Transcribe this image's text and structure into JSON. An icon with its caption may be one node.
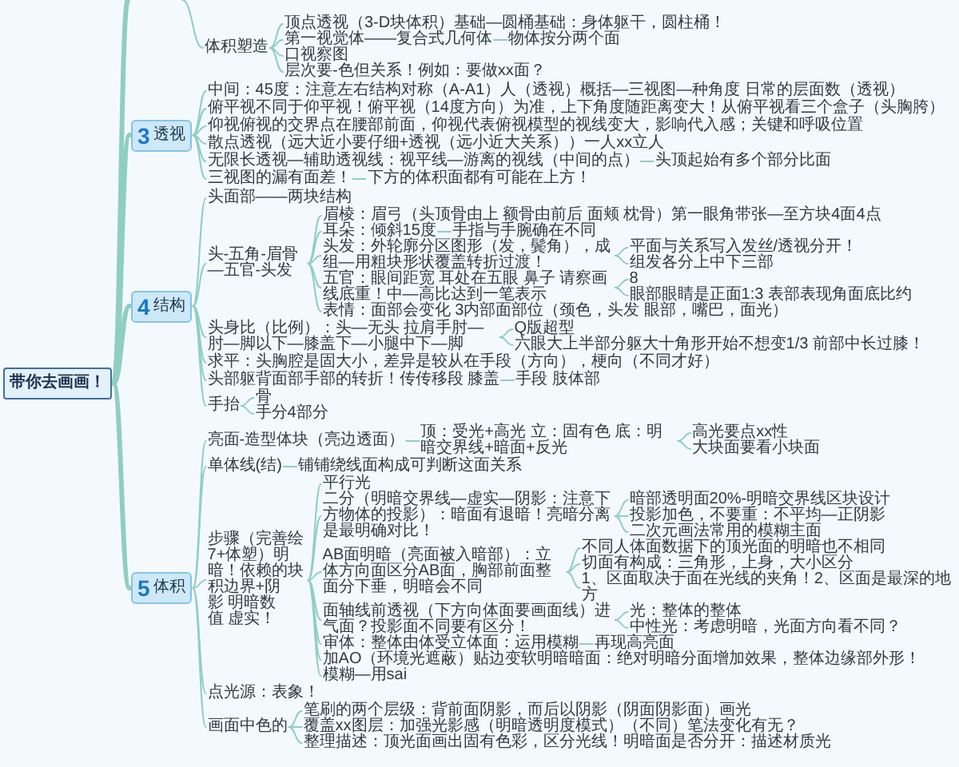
{
  "diagram": {
    "nodes": [
      {
        "text": [
          "带你去画画！"
        ]
      },
      {
        "text": [
          "体积塑造"
        ]
      },
      {
        "text": [
          "顶点透视（3-D块体积）基础—圆桶基础：身体躯干，圆柱桶！"
        ]
      },
      {
        "text": [
          "第一视觉体——复合式几何体"
        ]
      },
      {
        "text": [
          "物体按分两个面"
        ]
      },
      {
        "text": [
          "口视察图"
        ]
      },
      {
        "text": [
          "层次要-色但关系！例如：要做xx面？"
        ]
      },
      {
        "text": [
          "3",
          "透视"
        ]
      },
      {
        "text": [
          "中间：45度：注意左右结构对称（A-A1）人（透视）概括—三视图—种角度 日常的层面数（透视）"
        ]
      },
      {
        "text": [
          "俯平视不同于仰平视！俯平视（14度方向）为准，上下角度随距离变大！从俯平视看三个盒子（头胸胯）"
        ]
      },
      {
        "text": [
          "仰视俯视的交界点在腰部前面，仰视代表俯视模型的视线变大，影响代入感；关键和呼吸位置"
        ]
      },
      {
        "text": [
          "散点透视（远大近小要仔细+透视（远小近大关系））一人xx立人"
        ]
      },
      {
        "text": [
          "无限长透视—辅助透视线：视平线—游离的视线（中间的点）"
        ]
      },
      {
        "text": [
          "头顶起始有多个部分比面"
        ]
      },
      {
        "text": [
          "三视图的漏有面差！"
        ]
      },
      {
        "text": [
          "下方的体积面都有可能在上方！"
        ]
      },
      {
        "text": [
          "4",
          "结构"
        ]
      },
      {
        "text": [
          "头面部——两块结构"
        ]
      },
      {
        "text": [
          "头-五角-眉骨—五官-头发"
        ]
      },
      {
        "text": [
          "眉棱：眉弓（头顶骨由上 额骨由前后 面颊 枕骨）第一眼角带张—至方块4面4点"
        ]
      },
      {
        "text": [
          "耳朵：倾斜15度"
        ]
      },
      {
        "text": [
          "手指与手腕确在不同"
        ]
      },
      {
        "text": [
          "头发：外轮廓分区图形（发，鬓角），成组—用粗块形状覆盖转折过渡！"
        ]
      },
      {
        "text": [
          "平面与关系写入发丝/透视分开！"
        ]
      },
      {
        "text": [
          "组发各分上中下三部"
        ]
      },
      {
        "text": [
          "五官：眼间距宽 耳处在五眼 鼻子 请察画线底重！中—高比达到一笔表示"
        ]
      },
      {
        "text": [
          "8"
        ]
      },
      {
        "text": [
          "眼部眼睛是正面1:3 表部表现角面底比约"
        ]
      },
      {
        "text": [
          "表情：面部会变化 3内部面部位（颈色，头发 眼部，嘴巴，面光）"
        ]
      },
      {
        "text": [
          "头身比（比例）：头—无头 拉肩手肘—肘—脚以下—膝盖下—小腿中下—脚"
        ]
      },
      {
        "text": [
          "Q版超型"
        ]
      },
      {
        "text": [
          "六眼大上半部分躯大十角形开始不想变1/3 前部中长过膝！"
        ]
      },
      {
        "text": [
          "求平：头胸腔是固大小，差异是较从在手段（方向），梗向（不同才好）"
        ]
      },
      {
        "text": [
          "头部躯背面部手部的转折！传传移段 膝盖"
        ]
      },
      {
        "text": [
          "手段 肢体部"
        ]
      },
      {
        "text": [
          "手抬"
        ]
      },
      {
        "text": [
          "骨"
        ]
      },
      {
        "text": [
          "手分4部分"
        ]
      },
      {
        "text": [
          "5",
          "体积"
        ]
      },
      {
        "text": [
          "亮面-造型体块（亮边透面）"
        ]
      },
      {
        "text": [
          "顶：受光+高光 立：固有色 底：明暗交界线+暗面+反光"
        ]
      },
      {
        "text": [
          "高光要点xx性"
        ]
      },
      {
        "text": [
          "大块面要看小块面"
        ]
      },
      {
        "text": [
          "单体线(结)"
        ]
      },
      {
        "text": [
          "铺铺绕线面构成可判断这面关系"
        ]
      },
      {
        "text": [
          "步骤（完善绘7+体塑）明暗！依赖的块积边界+阴影 明暗数值 虚实！"
        ]
      },
      {
        "text": [
          "平行光"
        ]
      },
      {
        "text": [
          "二分（明暗交界线—虚实—阴影：注意下方物体的投影）：暗面有退暗！亮暗分离是最明确对比！"
        ]
      },
      {
        "text": [
          "暗部透明面20%-明暗交界线区块设计"
        ]
      },
      {
        "text": [
          "投影加色，不要重：不平均—正阴影"
        ]
      },
      {
        "text": [
          "二次元画法常用的模糊主面"
        ]
      },
      {
        "text": [
          "AB面明暗（亮面被入暗部）：立体方向面区分AB面，胸部前面整面分下垂，明暗会不同"
        ]
      },
      {
        "text": [
          "不同人体面数据下的顶光面的明暗也不相同"
        ]
      },
      {
        "text": [
          "切面有构成：三角形，上身，大小区分"
        ]
      },
      {
        "text": [
          "1、区面取决于面在光线的夹角！2、区面是最深的地方"
        ]
      },
      {
        "text": [
          "面轴线前透视（下方向体面要画面线）进气面？投影面不同要有区分！"
        ]
      },
      {
        "text": [
          "光：整体的整体"
        ]
      },
      {
        "text": [
          "中性光：考虑明暗，光面方向看不同？"
        ]
      },
      {
        "text": [
          "审体：整体由体受立体面：运用模糊"
        ]
      },
      {
        "text": [
          "再现高亮面"
        ]
      },
      {
        "text": [
          "加AO（环境光遮蔽）贴边变软明暗暗面：绝对明暗分面增加效果，整体边缘部外形！"
        ]
      },
      {
        "text": [
          "模糊—用sai"
        ]
      },
      {
        "text": [
          "点光源：表象！"
        ]
      },
      {
        "text": [
          "画面中色的"
        ]
      },
      {
        "text": [
          "笔刷的两个层级：背前面阴影，而后以阴影（阴面阴影面）画光"
        ]
      },
      {
        "text": [
          "覆盖xx图层：加强光影感（明暗透明度模式）（不同）笔法变化有无？"
        ]
      },
      {
        "text": [
          "整理描述：顶光面画出固有色彩，区分光线！明暗面是否分开：描述材质光"
        ]
      }
    ],
    "edges": [
      {
        "from": 0,
        "to": null,
        "arrow": "none",
        "style": "thick"
      },
      {
        "from": null,
        "to": 1,
        "arrow": "none"
      },
      {
        "from": 1,
        "to": 2,
        "arrow": "none"
      },
      {
        "from": 1,
        "to": 3,
        "arrow": "none"
      },
      {
        "from": 3,
        "to": 4,
        "arrow": "none"
      },
      {
        "from": 1,
        "to": 5,
        "arrow": "none"
      },
      {
        "from": 1,
        "to": 6,
        "arrow": "none"
      },
      {
        "from": 0,
        "to": 7,
        "arrow": "none",
        "style": "thick"
      },
      {
        "from": 7,
        "to": 8,
        "arrow": "none"
      },
      {
        "from": 7,
        "to": 9,
        "arrow": "none"
      },
      {
        "from": 7,
        "to": 10,
        "arrow": "none"
      },
      {
        "from": 7,
        "to": 11,
        "arrow": "none"
      },
      {
        "from": 7,
        "to": 12,
        "arrow": "none"
      },
      {
        "from": 12,
        "to": 13,
        "arrow": "none"
      },
      {
        "from": 7,
        "to": 14,
        "arrow": "none"
      },
      {
        "from": 14,
        "to": 15,
        "arrow": "none"
      },
      {
        "from": 0,
        "to": 16,
        "arrow": "none",
        "style": "thick"
      },
      {
        "from": 16,
        "to": 17,
        "arrow": "none"
      },
      {
        "from": 16,
        "to": 18,
        "arrow": "none"
      },
      {
        "from": 18,
        "to": 19,
        "arrow": "none"
      },
      {
        "from": 18,
        "to": 20,
        "arrow": "none"
      },
      {
        "from": 20,
        "to": 21,
        "arrow": "none"
      },
      {
        "from": 18,
        "to": 22,
        "arrow": "none"
      },
      {
        "from": 22,
        "to": 23,
        "arrow": "none"
      },
      {
        "from": 22,
        "to": 24,
        "arrow": "none"
      },
      {
        "from": 18,
        "to": 25,
        "arrow": "none"
      },
      {
        "from": 25,
        "to": 26,
        "arrow": "none"
      },
      {
        "from": 25,
        "to": 27,
        "arrow": "none"
      },
      {
        "from": 18,
        "to": 28,
        "arrow": "none"
      },
      {
        "from": 16,
        "to": 29,
        "arrow": "none"
      },
      {
        "from": 29,
        "to": 30,
        "arrow": "none"
      },
      {
        "from": 29,
        "to": 31,
        "arrow": "none"
      },
      {
        "from": 16,
        "to": 32,
        "arrow": "none"
      },
      {
        "from": 16,
        "to": 33,
        "arrow": "none"
      },
      {
        "from": 33,
        "to": 34,
        "arrow": "none"
      },
      {
        "from": 16,
        "to": 35,
        "arrow": "none"
      },
      {
        "from": 35,
        "to": 36,
        "arrow": "none"
      },
      {
        "from": 35,
        "to": 37,
        "arrow": "none"
      },
      {
        "from": 0,
        "to": 38,
        "arrow": "none",
        "style": "thick"
      },
      {
        "from": 38,
        "to": 39,
        "arrow": "none"
      },
      {
        "from": 39,
        "to": 40,
        "arrow": "none"
      },
      {
        "from": 40,
        "to": 41,
        "arrow": "none"
      },
      {
        "from": 40,
        "to": 42,
        "arrow": "none"
      },
      {
        "from": 38,
        "to": 43,
        "arrow": "none"
      },
      {
        "from": 43,
        "to": 44,
        "arrow": "none"
      },
      {
        "from": 38,
        "to": 45,
        "arrow": "none"
      },
      {
        "from": 45,
        "to": 46,
        "arrow": "none"
      },
      {
        "from": 45,
        "to": 47,
        "arrow": "none"
      },
      {
        "from": 47,
        "to": 48,
        "arrow": "none"
      },
      {
        "from": 47,
        "to": 49,
        "arrow": "none"
      },
      {
        "from": 47,
        "to": 50,
        "arrow": "none"
      },
      {
        "from": 45,
        "to": 51,
        "arrow": "none"
      },
      {
        "from": 51,
        "to": 52,
        "arrow": "none"
      },
      {
        "from": 51,
        "to": 53,
        "arrow": "none"
      },
      {
        "from": 51,
        "to": 54,
        "arrow": "none"
      },
      {
        "from": 45,
        "to": 55,
        "arrow": "none"
      },
      {
        "from": 55,
        "to": 56,
        "arrow": "none"
      },
      {
        "from": 55,
        "to": 57,
        "arrow": "none"
      },
      {
        "from": 45,
        "to": 58,
        "arrow": "none"
      },
      {
        "from": 58,
        "to": 59,
        "arrow": "none"
      },
      {
        "from": 45,
        "to": 60,
        "arrow": "none"
      },
      {
        "from": 45,
        "to": 61,
        "arrow": "none"
      },
      {
        "from": 38,
        "to": 62,
        "arrow": "none"
      },
      {
        "from": 38,
        "to": 63,
        "arrow": "none"
      },
      {
        "from": 63,
        "to": 64,
        "arrow": "none"
      },
      {
        "from": 63,
        "to": 65,
        "arrow": "none"
      },
      {
        "from": 63,
        "to": 66,
        "arrow": "none"
      }
    ]
  }
}
